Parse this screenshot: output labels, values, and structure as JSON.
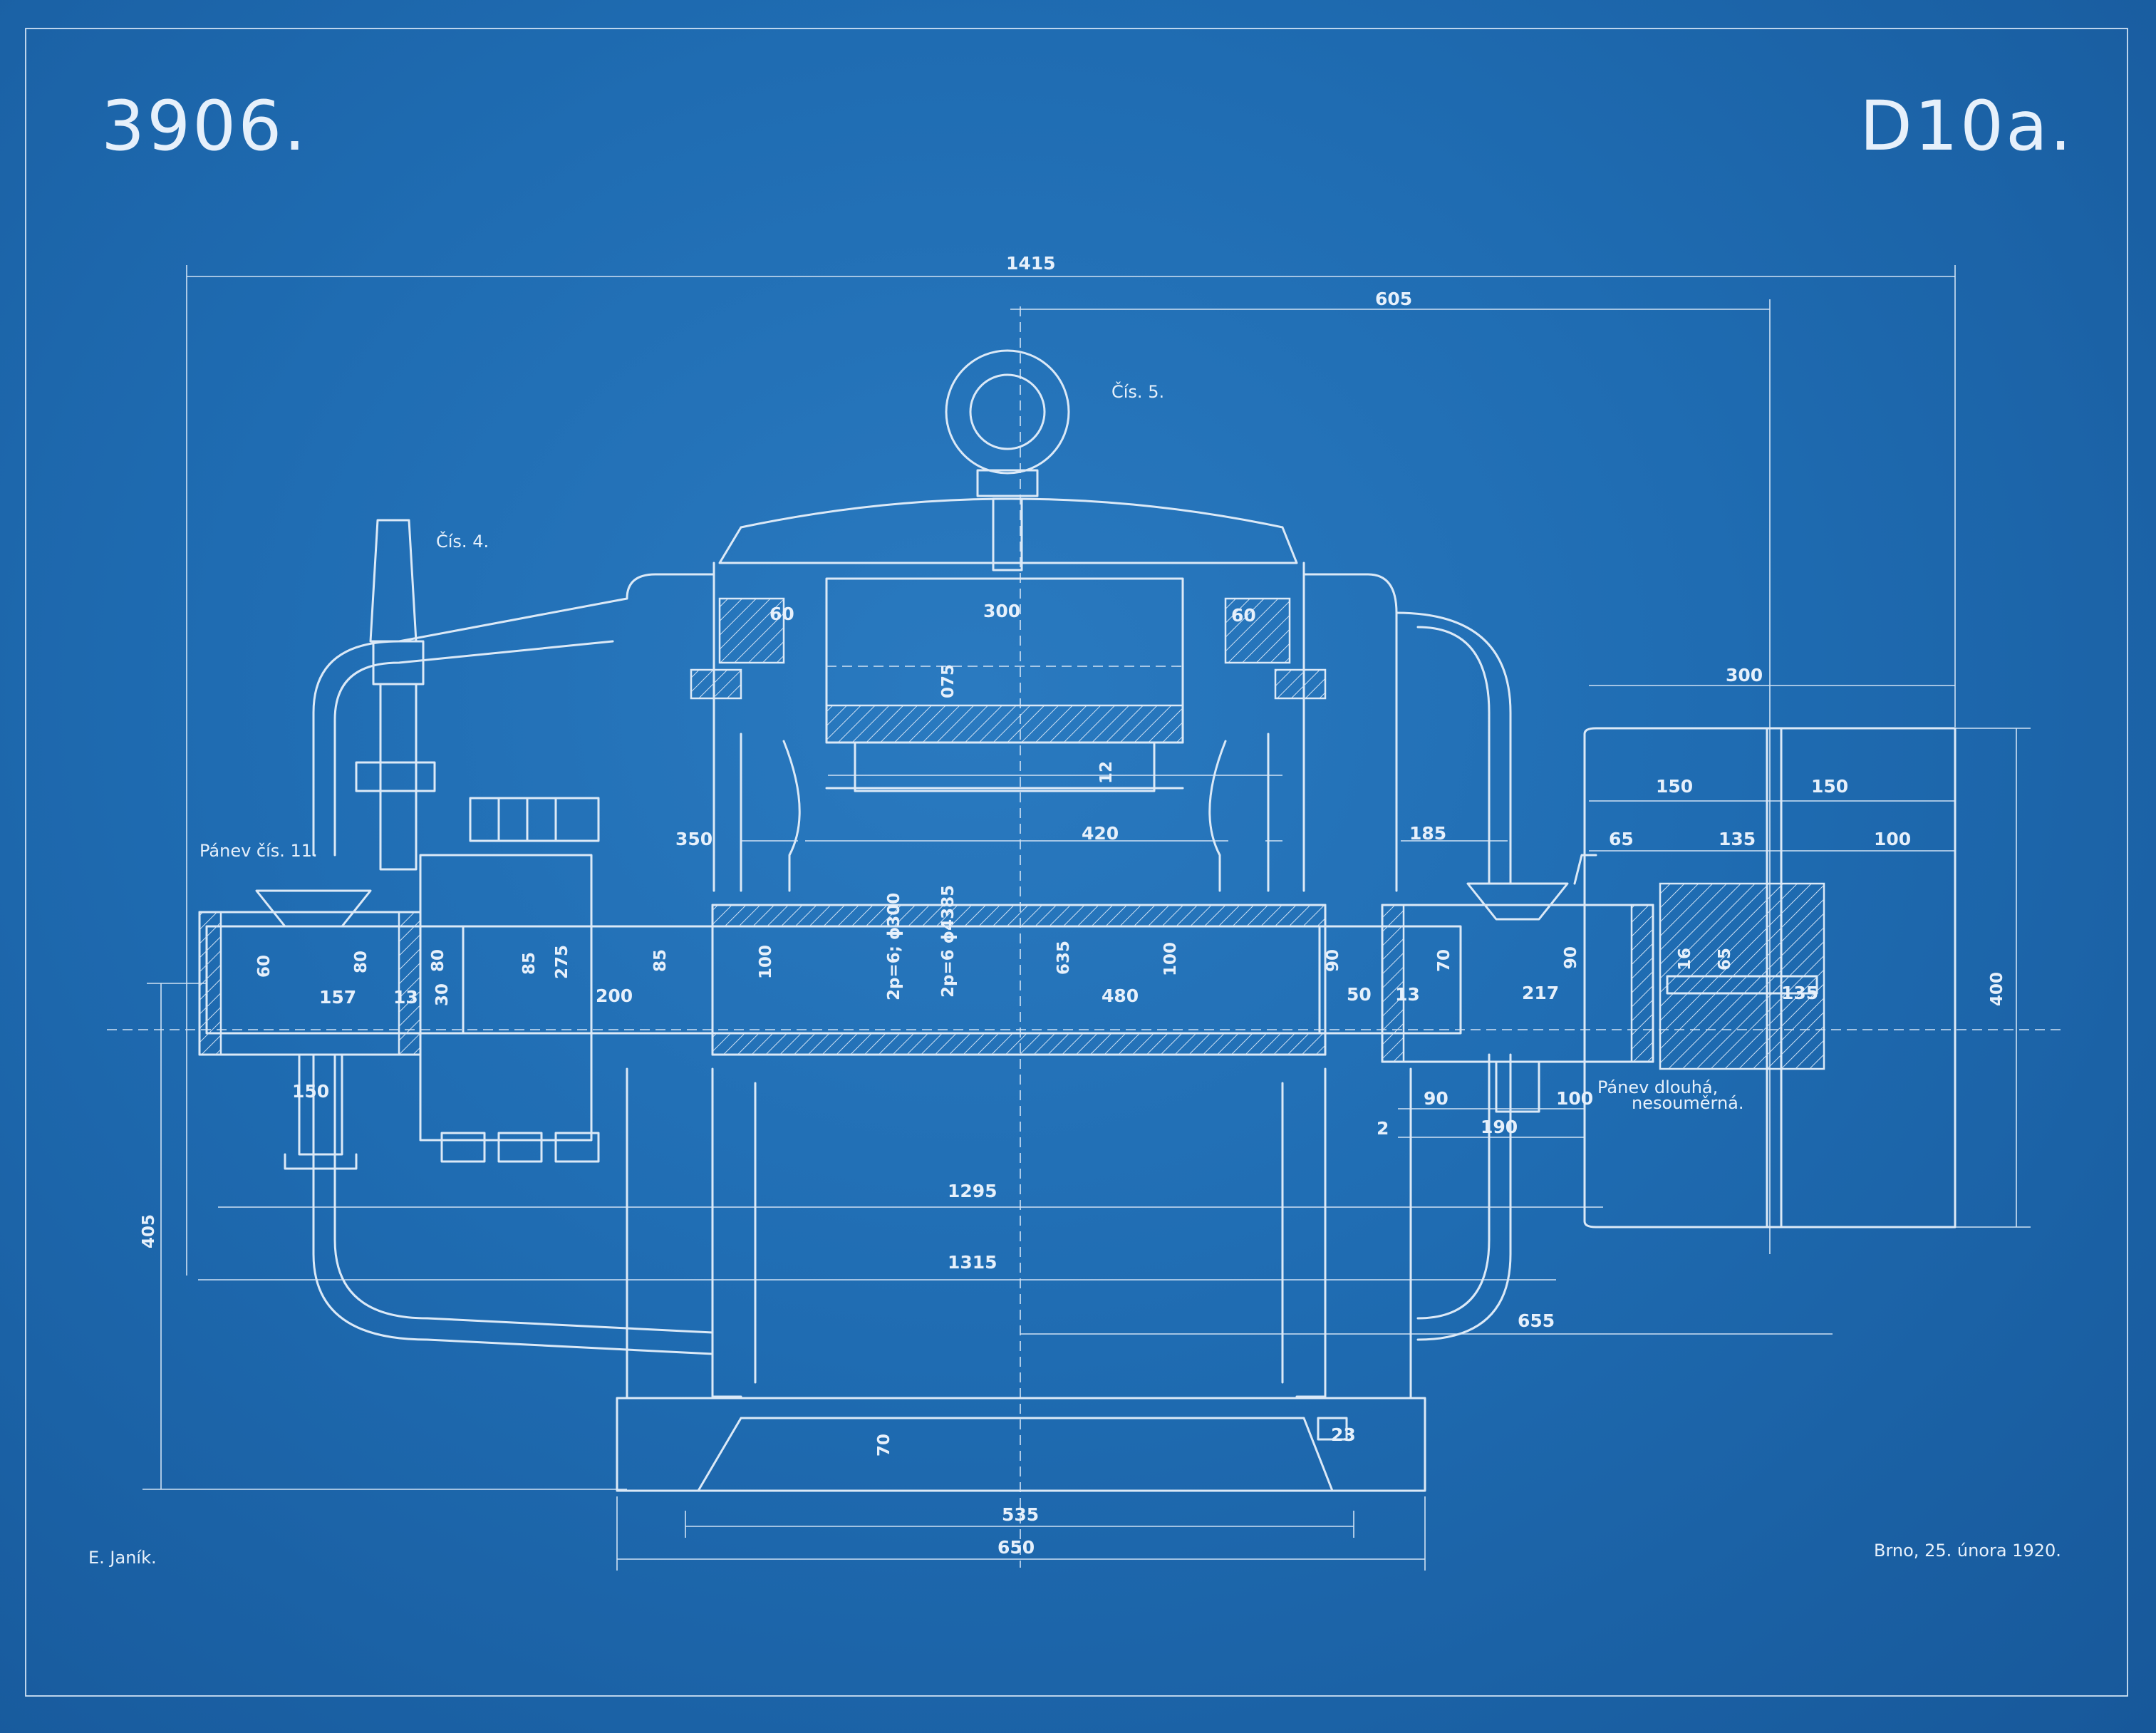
{
  "title": {
    "number": "3906.",
    "code": "D10a."
  },
  "labels": {
    "cis5": "Čís. 5.",
    "cis4": "Čís. 4.",
    "panev11": "Pánev čís. 11.",
    "panev_dlouha_1": "Pánev dlouhá,",
    "panev_dlouha_2": "nesouměrná."
  },
  "footer": {
    "author": "E. Janík.",
    "place_date": "Brno, 25. února 1920."
  },
  "dims": {
    "d1415": "1415",
    "d605": "605",
    "d300a": "300",
    "d60a": "60",
    "d60b": "60",
    "d300b": "300",
    "d150a": "150",
    "d150b": "150",
    "d65": "65",
    "d135a": "135",
    "d100a": "100",
    "d350": "350",
    "d420": "420",
    "d185": "185",
    "d157": "157",
    "d13a": "13",
    "d200": "200",
    "d480": "480",
    "d50": "50",
    "d13b": "13",
    "d217": "217",
    "d135b": "135",
    "d150c": "150",
    "d90c": "90",
    "d100c": "100",
    "d2": "2",
    "d190": "190",
    "d1295": "1295",
    "d1315": "1315",
    "d655": "655",
    "d535": "535",
    "d650": "650",
    "d23": "23",
    "d075": "075",
    "d12": "12",
    "d60c": "60",
    "d80a": "80",
    "d80b": "80",
    "d30": "30",
    "d85a": "85",
    "d275": "275",
    "d85b": "85",
    "d100b": "100",
    "phi300": "2p=6; ϕ300",
    "phi4385": "2p=6 ϕ4385",
    "d635": "635",
    "d100d": "100",
    "d90a": "90",
    "d70a": "70",
    "d90b": "90",
    "d16": "16",
    "d65b": "65",
    "d400": "400",
    "d405": "405",
    "d70b": "70"
  },
  "colors": {
    "paper": "#1f6cb2",
    "lines": "#dbe9f7"
  }
}
